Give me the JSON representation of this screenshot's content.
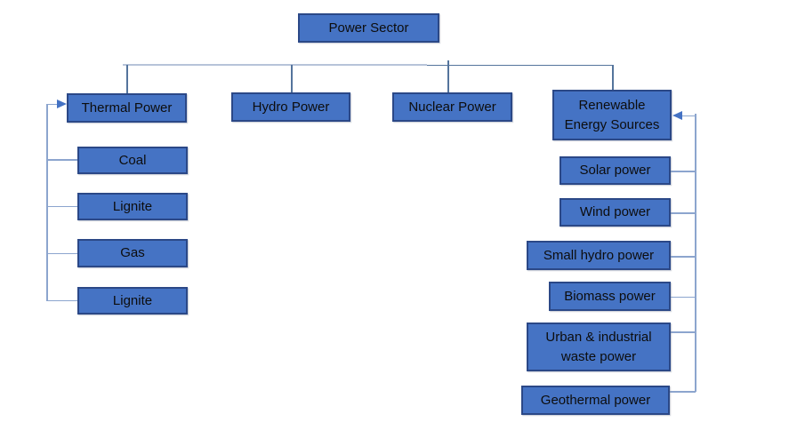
{
  "diagram_title": "Power Sector hierarchy chart",
  "nodes": {
    "power_sector": "Power Sector",
    "thermal": "Thermal Power",
    "hydro": "Hydro Power",
    "nuclear": "Nuclear Power",
    "renewable": "Renewable\nEnergy Sources",
    "coal": "Coal",
    "lignite1": "Lignite",
    "gas": "Gas",
    "lignite2": "Lignite",
    "solar": "Solar power",
    "wind": "Wind power",
    "small_hydro": "Small hydro power",
    "biomass": "Biomass power",
    "urban_waste": "Urban & industrial\nwaste power",
    "geothermal": "Geothermal power"
  },
  "colors": {
    "box_fill": "#4573c4",
    "box_border": "#2b4887",
    "connector_dark": "#54749c",
    "connector_light": "#b7c4d9",
    "connector_rail": "#8ca5ce",
    "arrowhead": "#4472c4",
    "text": "#0d0d0d",
    "background": "#ffffff"
  }
}
